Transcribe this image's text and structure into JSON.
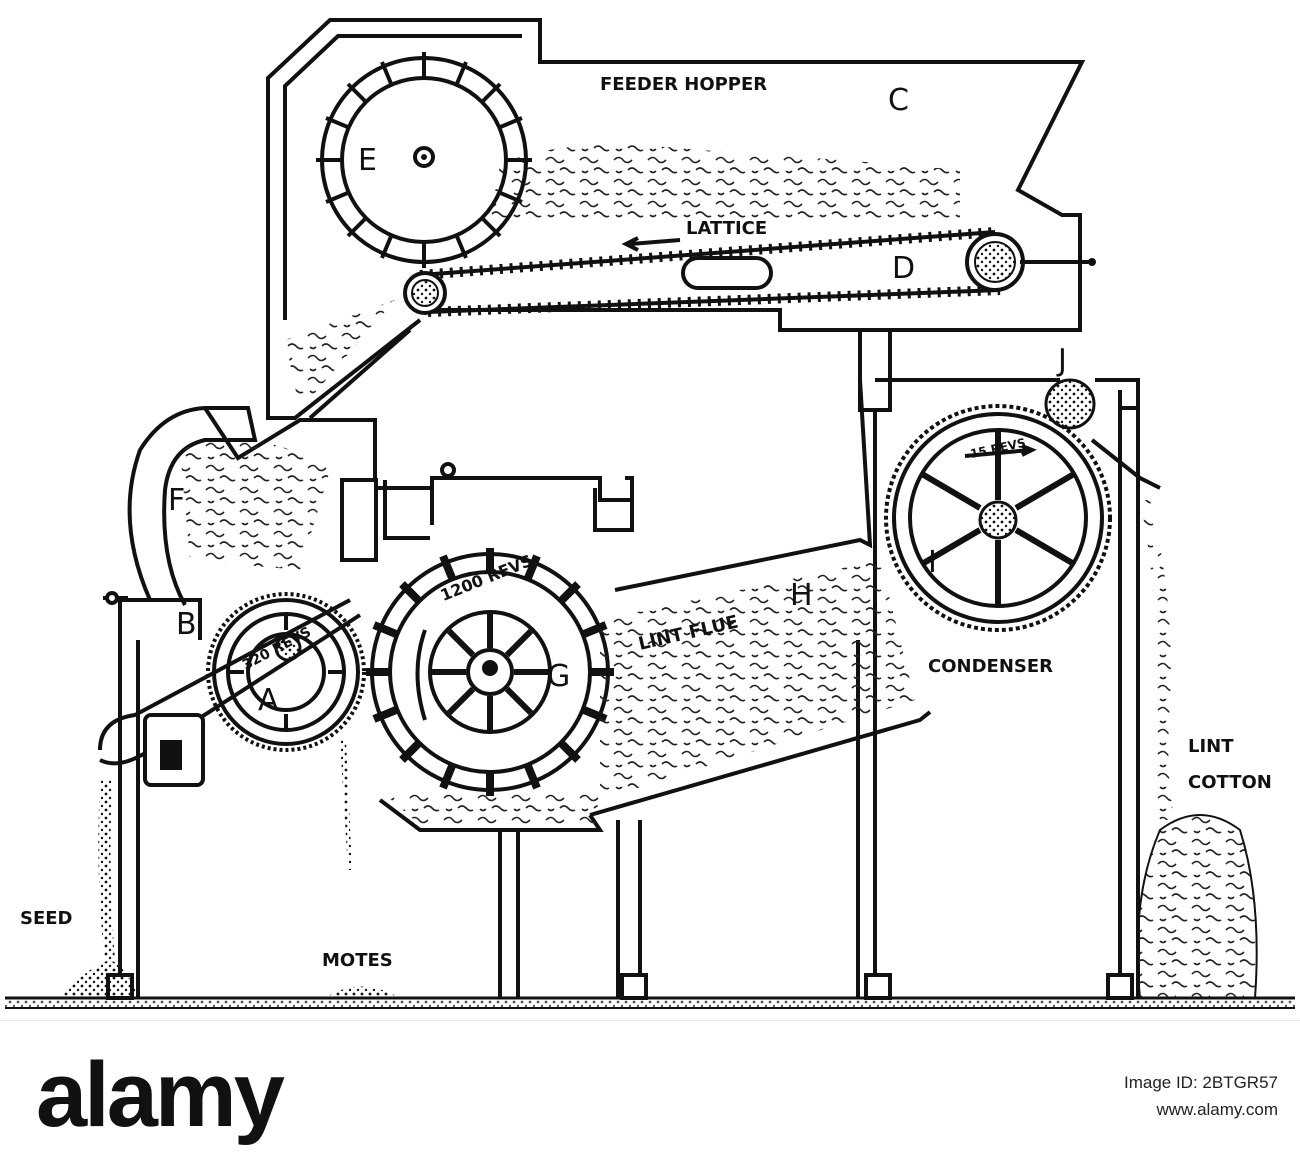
{
  "diagram": {
    "labels": {
      "feeder_hopper": "FEEDER HOPPER",
      "c": "C",
      "e": "E",
      "lattice": "LATTICE",
      "d": "D",
      "j": "J",
      "f": "F",
      "b": "B",
      "a": "A",
      "a_speed": "320 REVS",
      "g": "G",
      "g_speed": "1200 REVS.",
      "lint_flue": "LINT FLUE",
      "h": "H",
      "i": "I",
      "i_speed": "15 REVS",
      "condenser": "CONDENSER",
      "lint_cotton_1": "LINT",
      "lint_cotton_2": "COTTON",
      "seed": "SEED",
      "motes": "MOTES"
    }
  },
  "footer": {
    "brand": "alamy",
    "image_id_1": "Image ID: 2BTGR57",
    "image_id_2": "www.alamy.com"
  },
  "colors": {
    "ink": "#111111",
    "background": "#ffffff"
  }
}
